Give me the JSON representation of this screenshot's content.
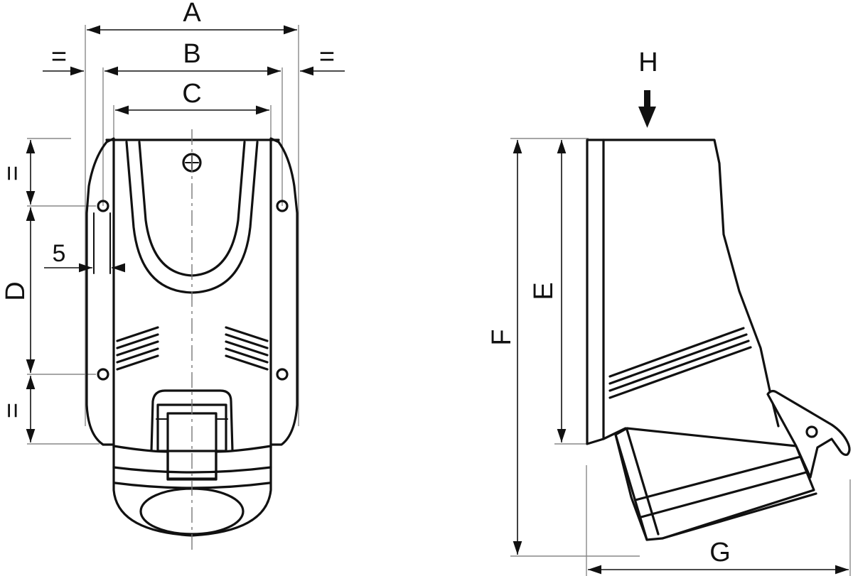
{
  "labels": {
    "A": "A",
    "B": "B",
    "C": "C",
    "D": "D",
    "E": "E",
    "F": "F",
    "G": "G",
    "H": "H",
    "five": "5",
    "equal": "="
  },
  "icons": {
    "load_arrow": "arrow-down-icon"
  }
}
